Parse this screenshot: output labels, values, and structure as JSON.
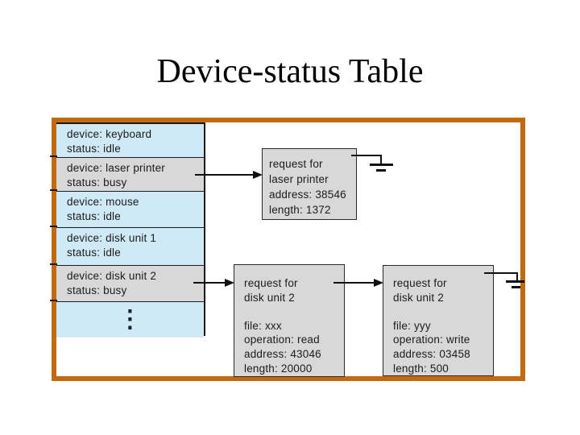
{
  "slide": {
    "title": "Device-status Table"
  },
  "diagram": {
    "device_table": {
      "rows": [
        {
          "line1": "device: keyboard",
          "line2": "status: idle",
          "state": "idle"
        },
        {
          "line1": "device: laser printer",
          "line2": "status: busy",
          "state": "busy"
        },
        {
          "line1": "device: mouse",
          "line2": "status: idle",
          "state": "idle"
        },
        {
          "line1": "device: disk unit 1",
          "line2": "status: idle",
          "state": "idle"
        },
        {
          "line1": "device: disk unit 2",
          "line2": "status: busy",
          "state": "busy"
        }
      ],
      "ellipsis": "⋮"
    },
    "request_boxes": [
      {
        "id": "laser-printer-request",
        "lines": [
          "request for",
          "laser printer",
          "address: 38546",
          "length: 1372"
        ]
      },
      {
        "id": "disk-unit-2-request-first",
        "lines": [
          "request for",
          "disk unit 2",
          "",
          "file: xxx",
          "operation: read",
          "address: 43046",
          "length: 20000"
        ]
      },
      {
        "id": "disk-unit-2-request-second",
        "lines": [
          "request for",
          "disk unit 2",
          "",
          "file: yyy",
          "operation: write",
          "address: 03458",
          "length: 500"
        ]
      }
    ],
    "colors": {
      "frame_border": "#c26a0f",
      "idle_row_fill": "#cfe9f6",
      "busy_row_fill": "#d8d8d8",
      "request_box_fill": "#d8d8d8",
      "connector_line": "#111111",
      "title_text": "#000000",
      "body_text": "#1b1b1b"
    }
  }
}
